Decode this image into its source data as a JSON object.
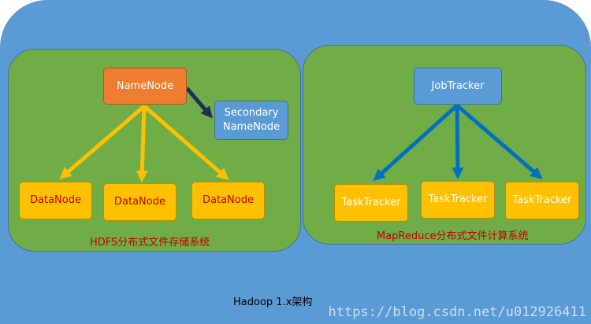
{
  "nodes": {
    "namenode": "NameNode",
    "secondary": "Secondary\nNameNode",
    "datanode1": "DataNode",
    "datanode2": "DataNode",
    "datanode3": "DataNode",
    "jobtracker": "JobTracker",
    "tasktracker1": "TaskTracker",
    "tasktracker2": "TaskTracker",
    "tasktracker3": "TaskTracker"
  },
  "captions": {
    "hdfs": "HDFS分布式文件存储系统",
    "mapreduce": "MapReduce分布式文件计算系统",
    "main": "Hadoop 1.x架构"
  },
  "watermark": "https://blog.csdn.net/u012926411",
  "colors": {
    "background": "#5b9bd5",
    "panel": "#70ad47",
    "namenode": "#ed7d31",
    "datanode": "#ffc000",
    "tracker": "#5b9bd5",
    "yellow_arrow": "#ffc000",
    "blue_arrow": "#0070c0",
    "dark_arrow": "#1f2d5c"
  }
}
